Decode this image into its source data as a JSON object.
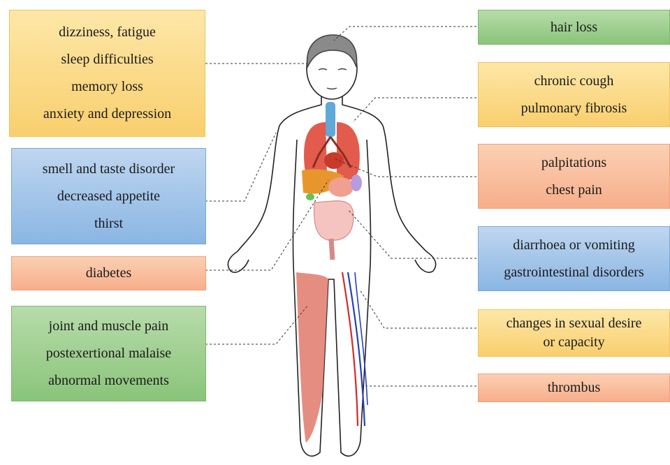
{
  "left_boxes": [
    {
      "color": "orange",
      "lines": [
        "dizziness, fatigue",
        "sleep difficulties",
        "memory loss",
        "anxiety and depression"
      ]
    },
    {
      "color": "blue",
      "lines": [
        "smell and taste disorder",
        "decreased appetite",
        "thirst"
      ]
    },
    {
      "color": "salmon",
      "lines": [
        "diabetes"
      ]
    },
    {
      "color": "green",
      "lines": [
        "joint and muscle pain",
        "postexertional malaise",
        "abnormal movements"
      ]
    }
  ],
  "right_boxes": [
    {
      "color": "green",
      "lines": [
        "hair loss"
      ]
    },
    {
      "color": "orange",
      "lines": [
        "chronic cough",
        "pulmonary fibrosis"
      ]
    },
    {
      "color": "salmon",
      "lines": [
        "palpitations",
        "chest pain"
      ]
    },
    {
      "color": "blue",
      "lines": [
        "diarrhoea or vomiting",
        "gastrointestinal disorders"
      ]
    },
    {
      "color": "orange",
      "lines": [
        "changes in sexual desire",
        "or capacity"
      ]
    },
    {
      "color": "salmon",
      "lines": [
        "thrombus"
      ]
    }
  ]
}
